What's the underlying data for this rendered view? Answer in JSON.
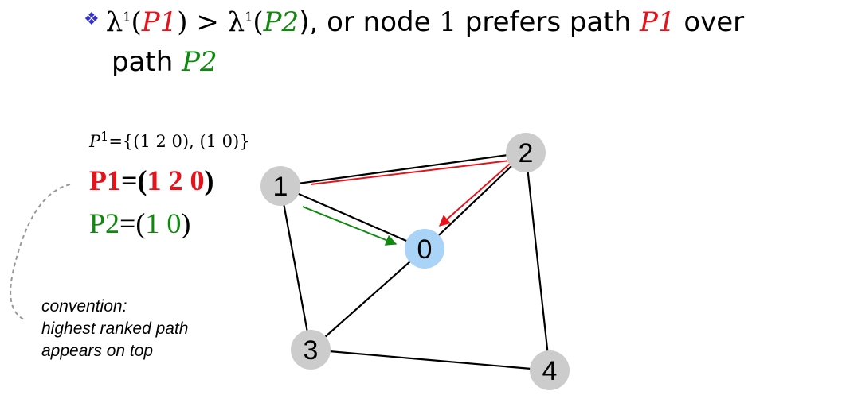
{
  "bullet": {
    "lambda1": "λ",
    "sup1": "1",
    "p1": "P1",
    "gt": ">",
    "lambda2": "λ",
    "sup2": "1",
    "p2": "P2",
    "rest1": "), or node",
    "node": "1",
    "rest2": "prefers path",
    "p1b": "P1",
    "over": "over",
    "line2_path": "path",
    "line2_p2": "P2"
  },
  "path_set": {
    "label": "P",
    "sup": "1",
    "eq": "={(1 2 0), (1 0)}"
  },
  "paths": {
    "p1_name": "P1",
    "p1_eq": "=(",
    "p1_nodes": "1 2 0",
    "p1_close": ")",
    "p2_name": "P2",
    "p2_eq": "=(",
    "p2_nodes": "1 0",
    "p2_close": ")"
  },
  "convention": {
    "line1": "convention:",
    "line2": "highest ranked path",
    "line3": "appears on top"
  },
  "graph": {
    "nodes": [
      {
        "id": "1",
        "label": "1",
        "color": "#cccccc"
      },
      {
        "id": "2",
        "label": "2",
        "color": "#cccccc"
      },
      {
        "id": "0",
        "label": "0",
        "color": "#a9d3f7"
      },
      {
        "id": "3",
        "label": "3",
        "color": "#cccccc"
      },
      {
        "id": "4",
        "label": "4",
        "color": "#cccccc"
      }
    ],
    "edges": [
      [
        "1",
        "2"
      ],
      [
        "1",
        "0"
      ],
      [
        "2",
        "0"
      ],
      [
        "1",
        "3"
      ],
      [
        "3",
        "0"
      ],
      [
        "3",
        "4"
      ],
      [
        "2",
        "4"
      ]
    ],
    "red": "#e8121b",
    "green": "#0f8a0f"
  }
}
